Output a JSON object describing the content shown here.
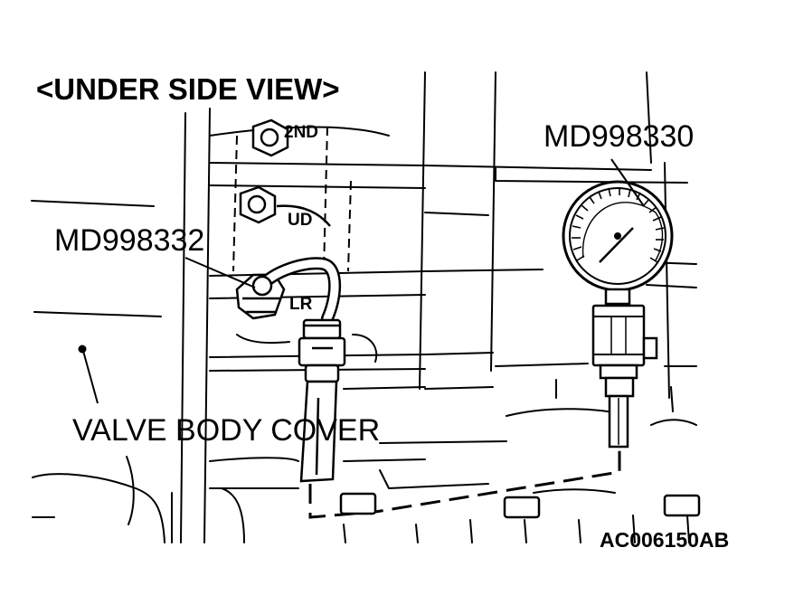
{
  "view_label": "<UNDER SIDE VIEW>",
  "port_labels": {
    "second": "2ND",
    "ud": "UD",
    "lr": "LR"
  },
  "callouts": {
    "pressure_gauge": "MD998330",
    "adapter": "MD998332",
    "valve_body_cover": "VALVE BODY COVER"
  },
  "figure_code": "AC006150AB"
}
